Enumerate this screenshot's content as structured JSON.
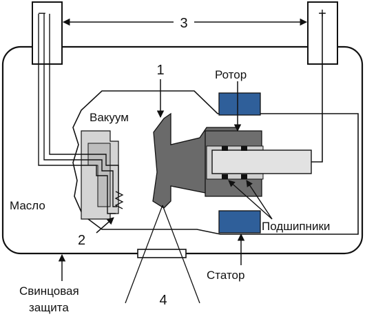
{
  "labels": {
    "minus": "−",
    "plus": "+",
    "n1": "1",
    "n2": "2",
    "n3": "3",
    "n4": "4",
    "vacuum": "Вакуум",
    "oil": "Масло",
    "rotor": "Ротор",
    "bearings": "Подшипники",
    "stator": "Статор",
    "lead_line1": "Свинцовая",
    "lead_line2": "защита"
  },
  "colors": {
    "outline": "#111111",
    "anode_dark": "#666666",
    "anode_light": "#cfcfcf",
    "shaft": "#dedede",
    "stator_rotor": "#2f5f9a",
    "cathode_fill": "#d4d4d4",
    "background": "#ffffff"
  }
}
